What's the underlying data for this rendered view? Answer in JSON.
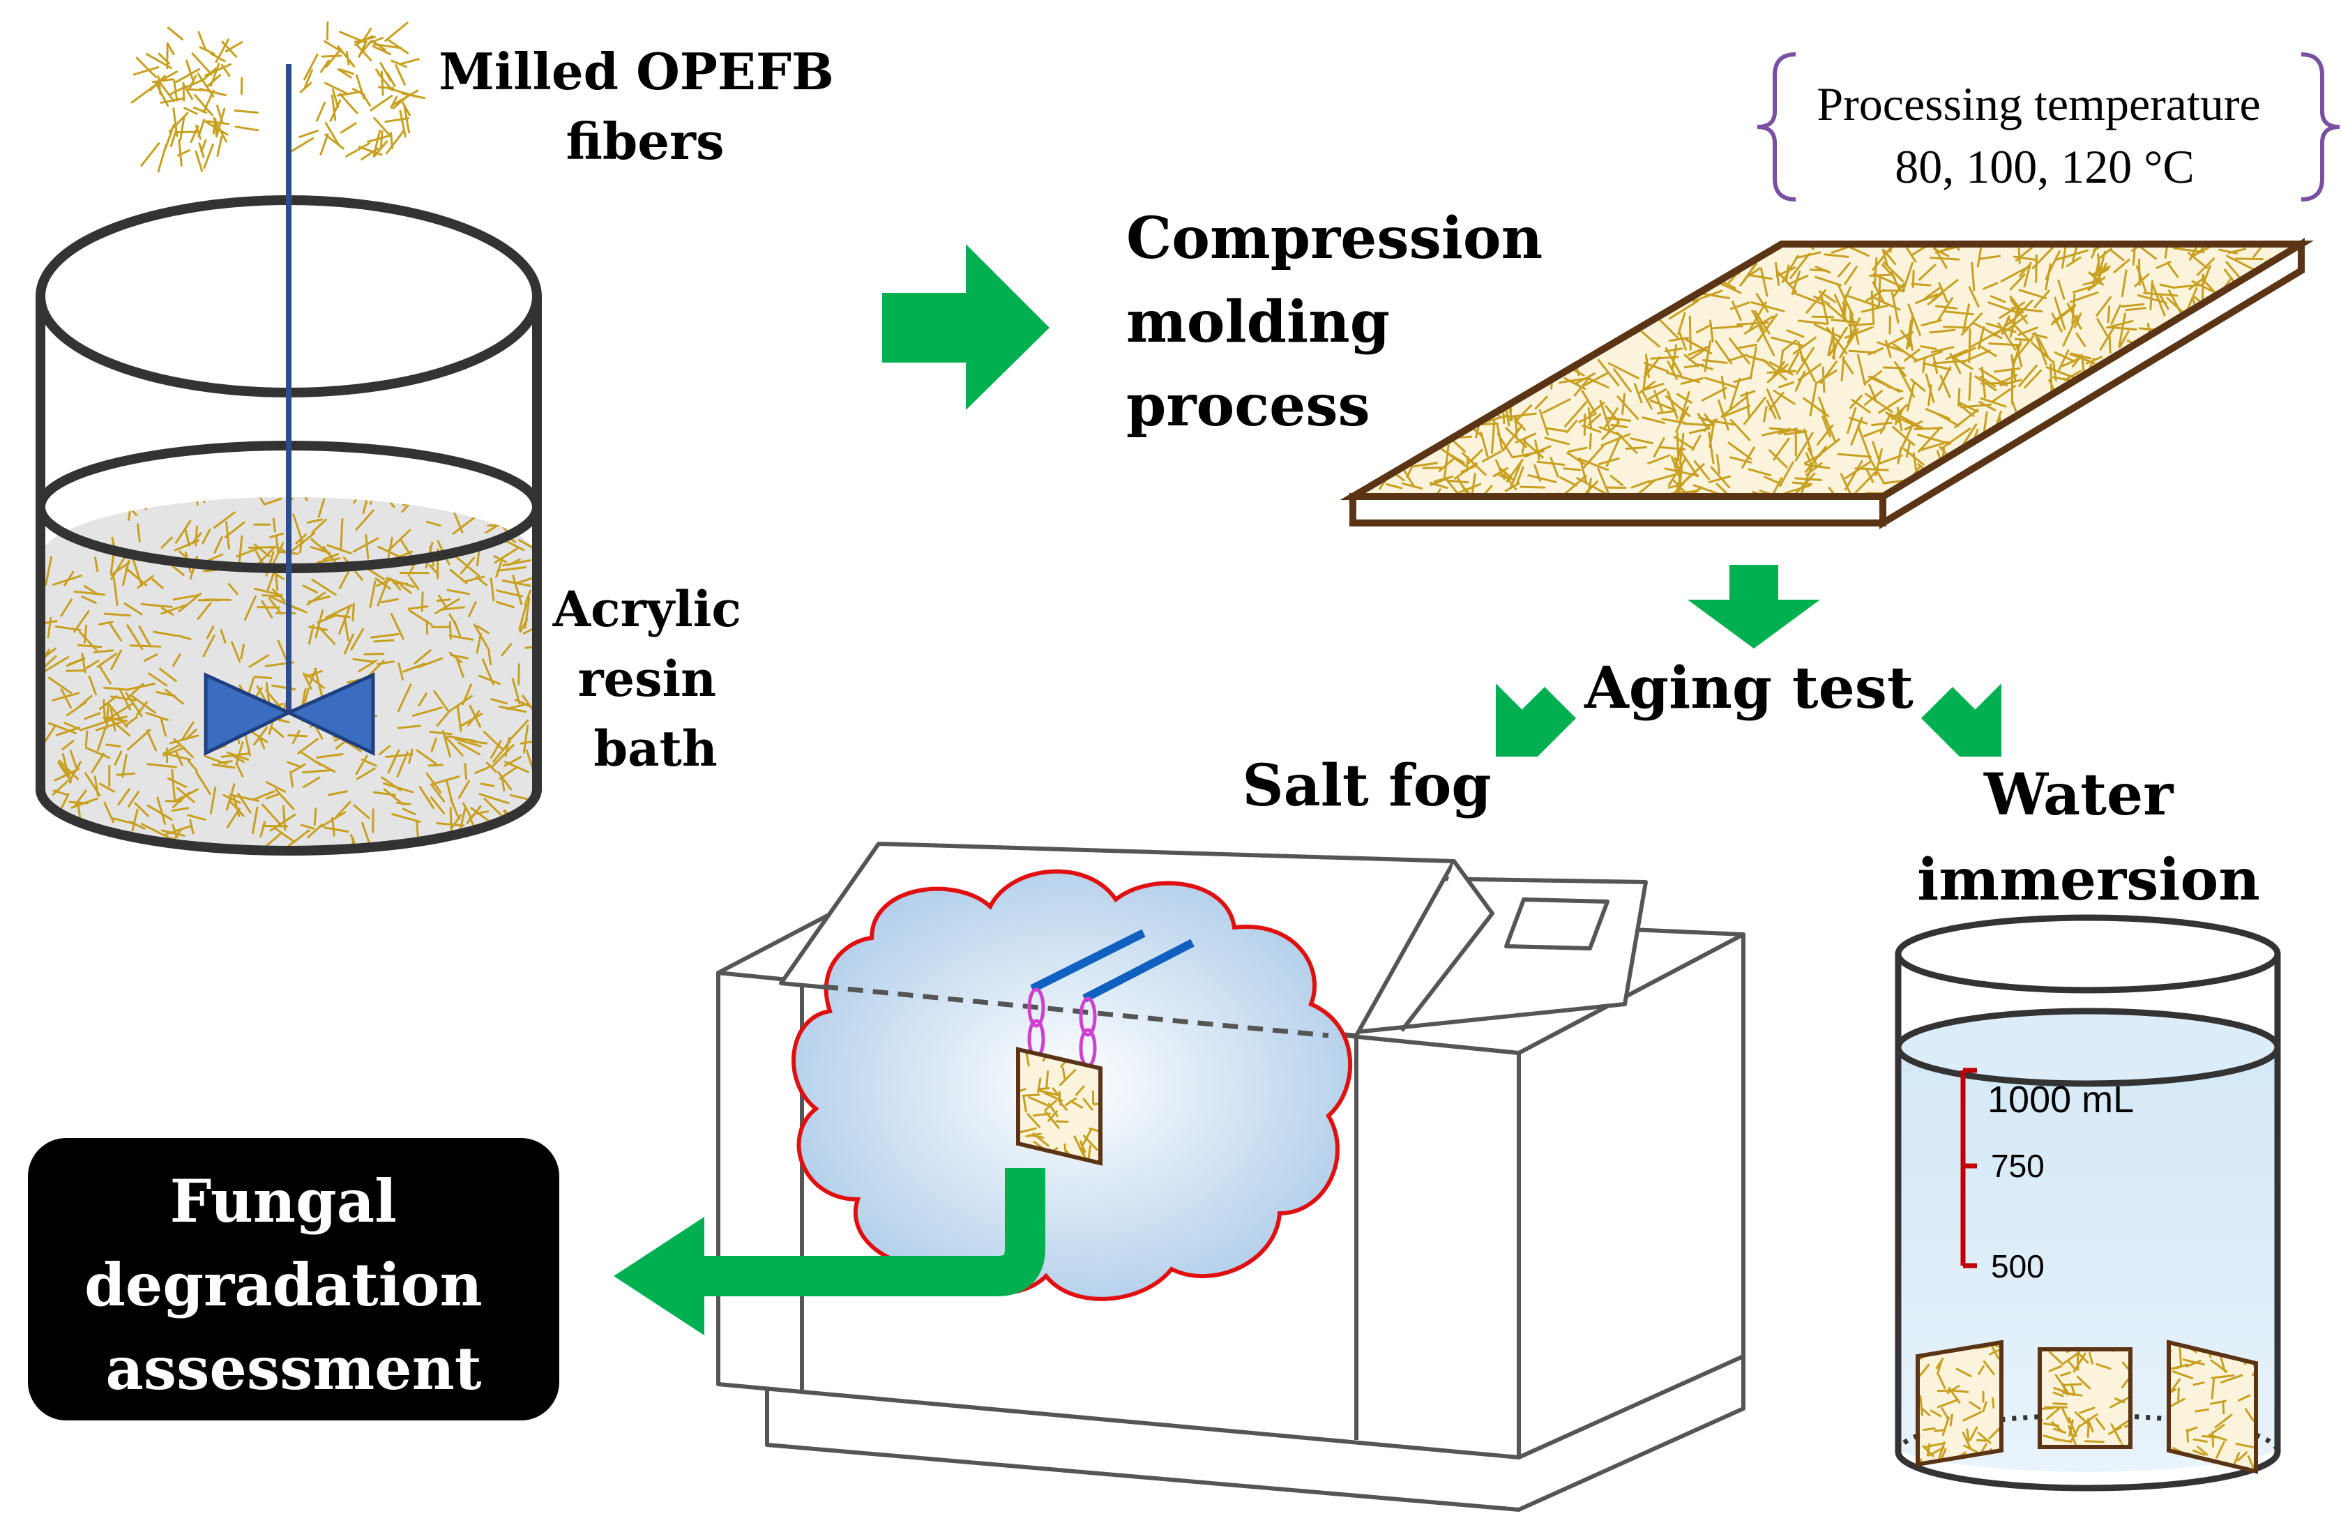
{
  "labels": {
    "fibers_line1": "Milled OPEFB",
    "fibers_line2": "fibers",
    "resin_line1": "Acrylic",
    "resin_line2": "resin",
    "resin_line3": "bath",
    "process_line1": "Compression",
    "process_line2": "molding",
    "process_line3": "process",
    "temp_line1": "Processing temperature",
    "temp_line2": "80, 100, 120 °C",
    "aging": "Aging test",
    "salt_fog": "Salt fog",
    "water_line1": "Water",
    "water_line2": "immersion",
    "fungal_line1": "Fungal",
    "fungal_line2": "degradation",
    "fungal_line3": "assessment",
    "beaker_1000": "1000 mL",
    "beaker_750": "750",
    "beaker_500": "500"
  },
  "colors": {
    "arrow_green": "#00b050",
    "fiber_gold": "#c8a020",
    "outline_dark": "#333333",
    "resin_gray": "#e4e4e4",
    "board_brown": "#5a3414",
    "board_fill": "#fbf3dc",
    "brace_purple": "#7a4fa0",
    "cloud_red": "#e01010",
    "cloud_blue": "#b8d4ec",
    "water_blue": "#dcecf8",
    "stirrer_blue": "#3a6cc0",
    "scale_red": "#c00000",
    "clip_pink": "#d040d0",
    "rod_blue": "#1060c0",
    "box_black": "#000000"
  }
}
